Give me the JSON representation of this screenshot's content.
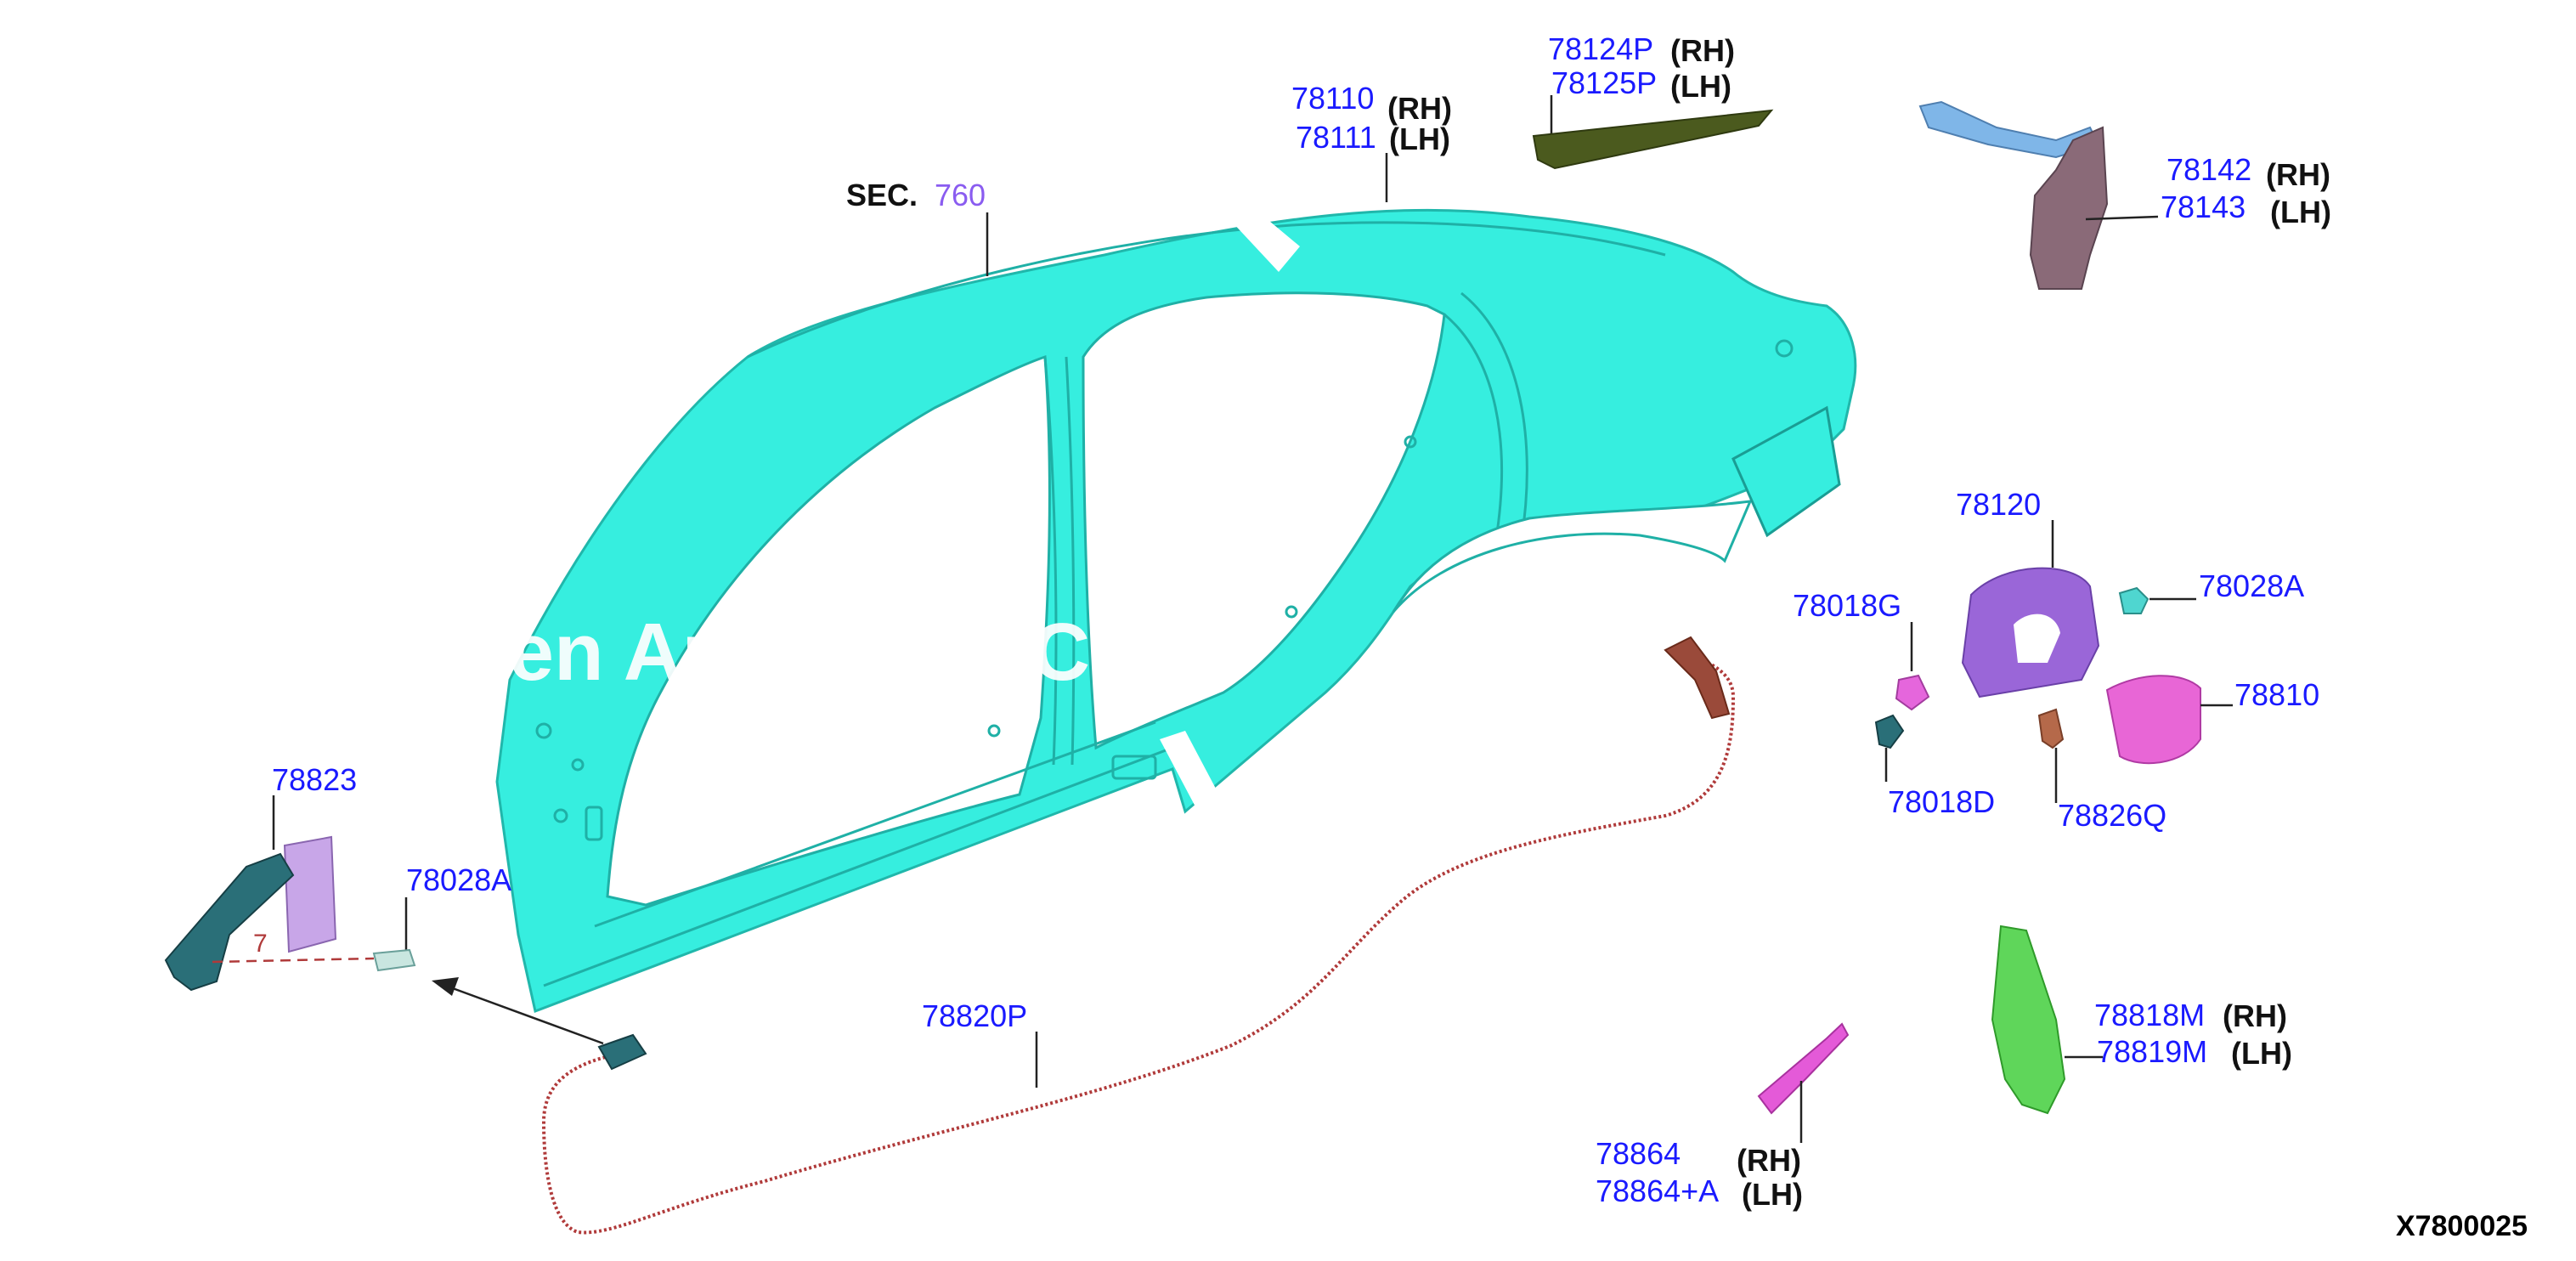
{
  "diagram": {
    "section_ref": {
      "prefix": "SEC.",
      "number": "760"
    },
    "diagram_code": "X7800025",
    "watermark": "hen Autoparts C",
    "colors": {
      "body_side": "#36eedf",
      "part_number": "#1a1aff",
      "section_number": "#8a5cf0",
      "harness": "#b03a3a",
      "pillar_trim": "#4b5a1e",
      "bracket_78120": "#9a66d8",
      "lid_78810": "#e866d6",
      "shield_78818M": "#5fd65a",
      "strip_78864": "#e45ad8"
    },
    "callouts": [
      {
        "id": "78110",
        "part": "78110",
        "side": "(RH)"
      },
      {
        "id": "78111",
        "part": "78111",
        "side": "(LH)"
      },
      {
        "id": "78124P",
        "part": "78124P",
        "side": "(RH)"
      },
      {
        "id": "78125P",
        "part": "78125P",
        "side": "(LH)"
      },
      {
        "id": "78142",
        "part": "78142",
        "side": "(RH)"
      },
      {
        "id": "78143",
        "part": "78143",
        "side": "(LH)"
      },
      {
        "id": "78120",
        "part": "78120",
        "side": ""
      },
      {
        "id": "78028A-right",
        "part": "78028A",
        "side": ""
      },
      {
        "id": "78018G",
        "part": "78018G",
        "side": ""
      },
      {
        "id": "78810",
        "part": "78810",
        "side": ""
      },
      {
        "id": "78018D",
        "part": "78018D",
        "side": ""
      },
      {
        "id": "78826Q",
        "part": "78826Q",
        "side": ""
      },
      {
        "id": "78823",
        "part": "78823",
        "side": ""
      },
      {
        "id": "78028A-left",
        "part": "78028A",
        "side": ""
      },
      {
        "id": "78820P",
        "part": "78820P",
        "side": ""
      },
      {
        "id": "78818M",
        "part": "78818M",
        "side": "(RH)"
      },
      {
        "id": "78819M",
        "part": "78819M",
        "side": "(LH)"
      },
      {
        "id": "78864",
        "part": "78864",
        "side": "(RH)"
      },
      {
        "id": "78864+A",
        "part": "78864+A",
        "side": "(LH)"
      }
    ],
    "small_marks": {
      "dash_digit": "7"
    }
  }
}
